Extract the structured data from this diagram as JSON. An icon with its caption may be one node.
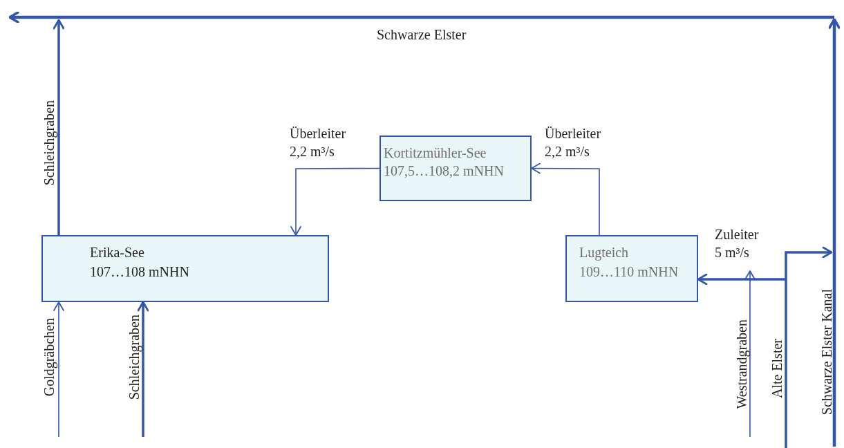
{
  "diagram": {
    "nodes": [
      {
        "text": [
          "Kortitzmühler-See",
          "107,5…108,2 mNHN"
        ]
      },
      {
        "text": [
          "Erika-See",
          "107…108 mNHN"
        ]
      },
      {
        "text": [
          "Lugteich",
          "109…110 mNHN"
        ]
      }
    ],
    "edges": [
      {
        "from": 1,
        "to": null,
        "arrow": "to",
        "label": "Schleichgraben",
        "style": "thick"
      },
      {
        "from": null,
        "to": 1,
        "arrow": "to",
        "label": "Goldgräbchen"
      },
      {
        "from": null,
        "to": 1,
        "arrow": "to",
        "label": "Schleichgraben",
        "style": "thick"
      },
      {
        "from": 0,
        "to": 1,
        "arrow": "to",
        "label": "Überleiter 2,2 m³/s"
      },
      {
        "from": 2,
        "to": 0,
        "arrow": "to",
        "label": "Überleiter 2,2 m³/s"
      },
      {
        "from": null,
        "to": 2,
        "arrow": "to",
        "label": "Zuleiter 5 m³/s",
        "style": "thick"
      }
    ],
    "labels": [
      "Schwarze Elster",
      "Westrandgraben",
      "Alte Elster",
      "Schwarze Elster Kanal"
    ]
  }
}
